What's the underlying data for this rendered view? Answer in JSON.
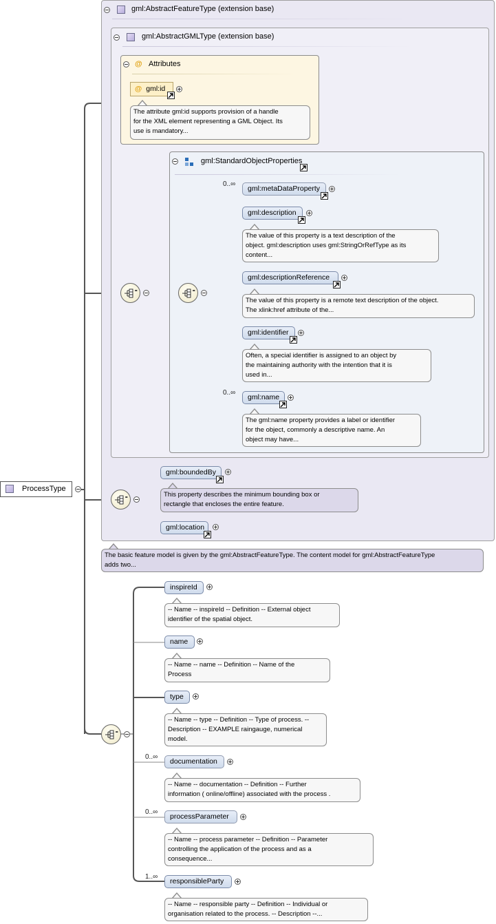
{
  "abstract_feature_type": {
    "title": "gml:AbstractFeatureType (extension base)"
  },
  "abstract_gml_type": {
    "title": "gml:AbstractGMLType (extension base)"
  },
  "attributes": {
    "title": "Attributes",
    "gml_id": {
      "name": "gml:id",
      "doc": [
        "The attribute gml:id supports provision of a handle",
        "for the XML element representing a GML Object. Its",
        "use is mandatory..."
      ]
    }
  },
  "standard_object_properties": {
    "title": "gml:StandardObjectProperties",
    "items": [
      {
        "name": "gml:metaDataProperty",
        "cardinality": "0..∞",
        "doc": []
      },
      {
        "name": "gml:description",
        "cardinality": "",
        "doc": [
          "The value of this property is a text description of the",
          "object. gml:description uses gml:StringOrRefType as its",
          "content..."
        ]
      },
      {
        "name": "gml:descriptionReference",
        "cardinality": "",
        "doc": [
          "The value of this property is a remote text description of the object.",
          "The xlink:href attribute of the..."
        ]
      },
      {
        "name": "gml:identifier",
        "cardinality": "",
        "doc": [
          "Often, a special identifier is assigned to an object by",
          "the maintaining authority with the intention that it is",
          "used in..."
        ]
      },
      {
        "name": "gml:name",
        "cardinality": "0..∞",
        "doc": [
          "The gml:name property provides a label or identifier",
          "for the object, commonly a descriptive name. An",
          "object may have..."
        ]
      }
    ]
  },
  "feature_sequence": {
    "items": [
      {
        "name": "gml:boundedBy",
        "doc": [
          "This property describes the minimum bounding box or",
          "rectangle that encloses the entire feature."
        ]
      },
      {
        "name": "gml:location",
        "doc": []
      }
    ]
  },
  "feature_doc": [
    "The basic feature model is given by the gml:AbstractFeatureType. The content model for gml:AbstractFeatureType",
    "adds two..."
  ],
  "process_type": {
    "name": "ProcessType"
  },
  "process_sequence": {
    "items": [
      {
        "name": "inspireId",
        "cardinality": "",
        "doc": [
          "-- Name -- inspireId -- Definition -- External object",
          "identifier of the spatial object."
        ]
      },
      {
        "name": "name",
        "cardinality": "",
        "doc": [
          "-- Name -- name -- Definition -- Name of the",
          "Process"
        ]
      },
      {
        "name": "type",
        "cardinality": "",
        "doc": [
          "-- Name -- type -- Definition -- Type of process. --",
          "Description -- EXAMPLE raingauge, numerical",
          "model."
        ]
      },
      {
        "name": "documentation",
        "cardinality": "0..∞",
        "doc": [
          "-- Name -- documentation -- Definition -- Further",
          "information ( online/offline) associated with the process ."
        ]
      },
      {
        "name": "processParameter",
        "cardinality": "0..∞",
        "doc": [
          "-- Name -- process parameter -- Definition -- Parameter",
          "controlling the application of the process and as a",
          "consequence..."
        ]
      },
      {
        "name": "responsibleParty",
        "cardinality": "1..∞",
        "doc": [
          "-- Name -- responsible party -- Definition -- Individual or",
          "organisation related to the process. -- Description --..."
        ]
      }
    ]
  },
  "colors": {
    "frame_outer": "#eae8f3",
    "attributes_bg": "#fdf6e2",
    "element_bg": "#d8e3f2",
    "doc_bg": "#f7f7f7",
    "feature_doc_bg": "#dcd8ea"
  }
}
